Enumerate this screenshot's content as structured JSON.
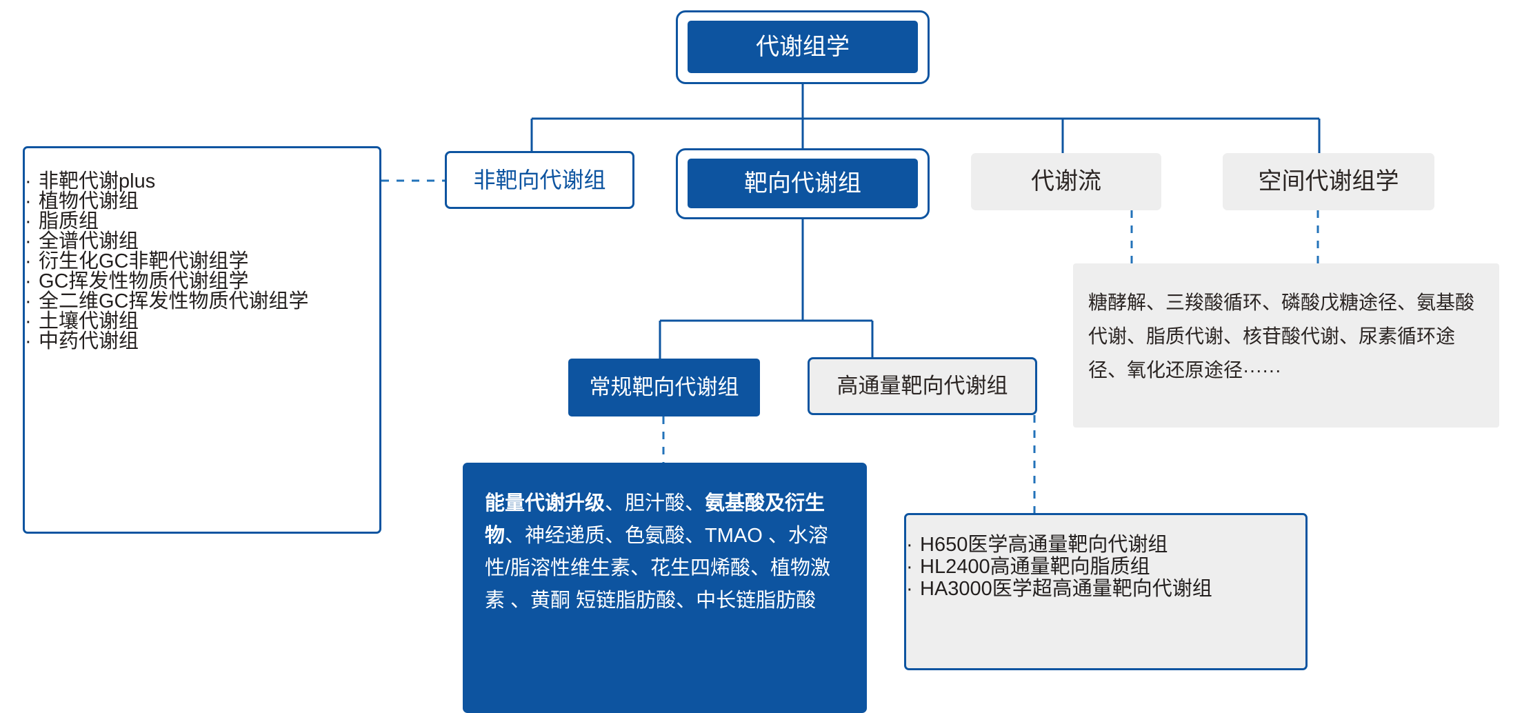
{
  "diagram": {
    "root": {
      "label": "代谢组学"
    },
    "level2": [
      {
        "id": "untargeted",
        "label": "非靶向代谢组",
        "style": "white-blue-border"
      },
      {
        "id": "targeted",
        "label": "靶向代谢组",
        "style": "blue-filled-ring"
      },
      {
        "id": "fluxomics",
        "label": "代谢流",
        "style": "gray"
      },
      {
        "id": "spatial",
        "label": "空间代谢组学",
        "style": "gray"
      }
    ],
    "level3": [
      {
        "id": "routine-targeted",
        "label": "常规靶向代谢组",
        "style": "blue-filled"
      },
      {
        "id": "high-throughput-targeted",
        "label": "高通量靶向代谢组",
        "style": "gray-blue-border"
      }
    ],
    "untargeted_panel": {
      "bullet": "·",
      "items": [
        "非靶代谢plus",
        "植物代谢组",
        "脂质组",
        "全谱代谢组",
        "衍生化GC非靶代谢组学",
        "GC挥发性物质代谢组学",
        "全二维GC挥发性物质代谢组学",
        "土壤代谢组",
        "中药代谢组"
      ]
    },
    "routine_targeted_panel": {
      "segments": [
        {
          "text": "能量代谢升级",
          "bold": true
        },
        {
          "text": "、胆汁酸、",
          "bold": false
        },
        {
          "text": "氨基酸及衍生物",
          "bold": true
        },
        {
          "text": "、神经递质、色氨酸、TMAO 、水溶性/脂溶性维生素、花生四烯酸、植物激素 、黄酮  短链脂肪酸、中长链脂肪酸",
          "bold": false
        }
      ]
    },
    "high_throughput_panel": {
      "bullet": "·",
      "items": [
        "H650医学高通量靶向代谢组",
        "HL2400高通量靶向脂质组",
        "HA3000医学超高通量靶向代谢组"
      ]
    },
    "pathways_panel": {
      "text": "糖酵解、三羧酸循环、磷酸戊糖途径、氨基酸代谢、脂质代谢、核苷酸代谢、尿素循环途径、氧化还原途径······"
    },
    "colors": {
      "brand_blue": "#0d54a0",
      "gray_fill": "#eeeeee",
      "text_dark": "#2b2523",
      "white": "#ffffff"
    }
  }
}
